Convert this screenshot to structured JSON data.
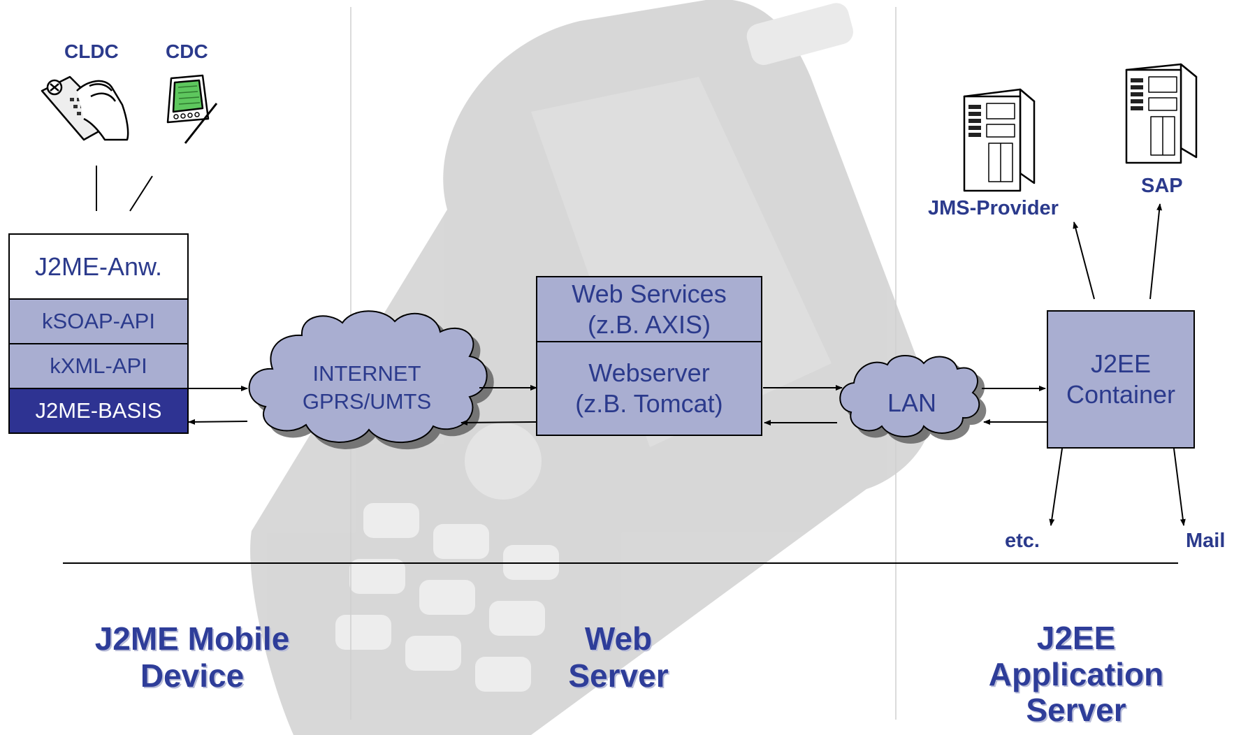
{
  "devices": {
    "cldc": "CLDC",
    "cdc": "CDC"
  },
  "stack": {
    "app": "J2ME-Anw.",
    "ksoap": "kSOAP-API",
    "kxml": "kXML-API",
    "basis": "J2ME-BASIS"
  },
  "internet_cloud": {
    "line1": "INTERNET",
    "line2": "GPRS/UMTS"
  },
  "webserver": {
    "services_line1": "Web Services",
    "services_line2": "(z.B. AXIS)",
    "server_line1": "Webserver",
    "server_line2": "(z.B. Tomcat)"
  },
  "lan_cloud": "LAN",
  "j2ee_container": {
    "line1": "J2EE",
    "line2": "Container"
  },
  "backends": {
    "jms": "JMS-Provider",
    "sap": "SAP",
    "etc": "etc.",
    "mail": "Mail"
  },
  "sections": {
    "mobile_line1": "J2ME Mobile",
    "mobile_line2": "Device",
    "web_line1": "Web",
    "web_line2": "Server",
    "j2ee_line1": "J2EE",
    "j2ee_line2": "Application",
    "j2ee_line3": "Server"
  },
  "colors": {
    "box_fill": "#a9aed1",
    "basis_fill": "#2e3392",
    "text": "#2b3a8c",
    "cloud_fill": "#a9aed1"
  }
}
